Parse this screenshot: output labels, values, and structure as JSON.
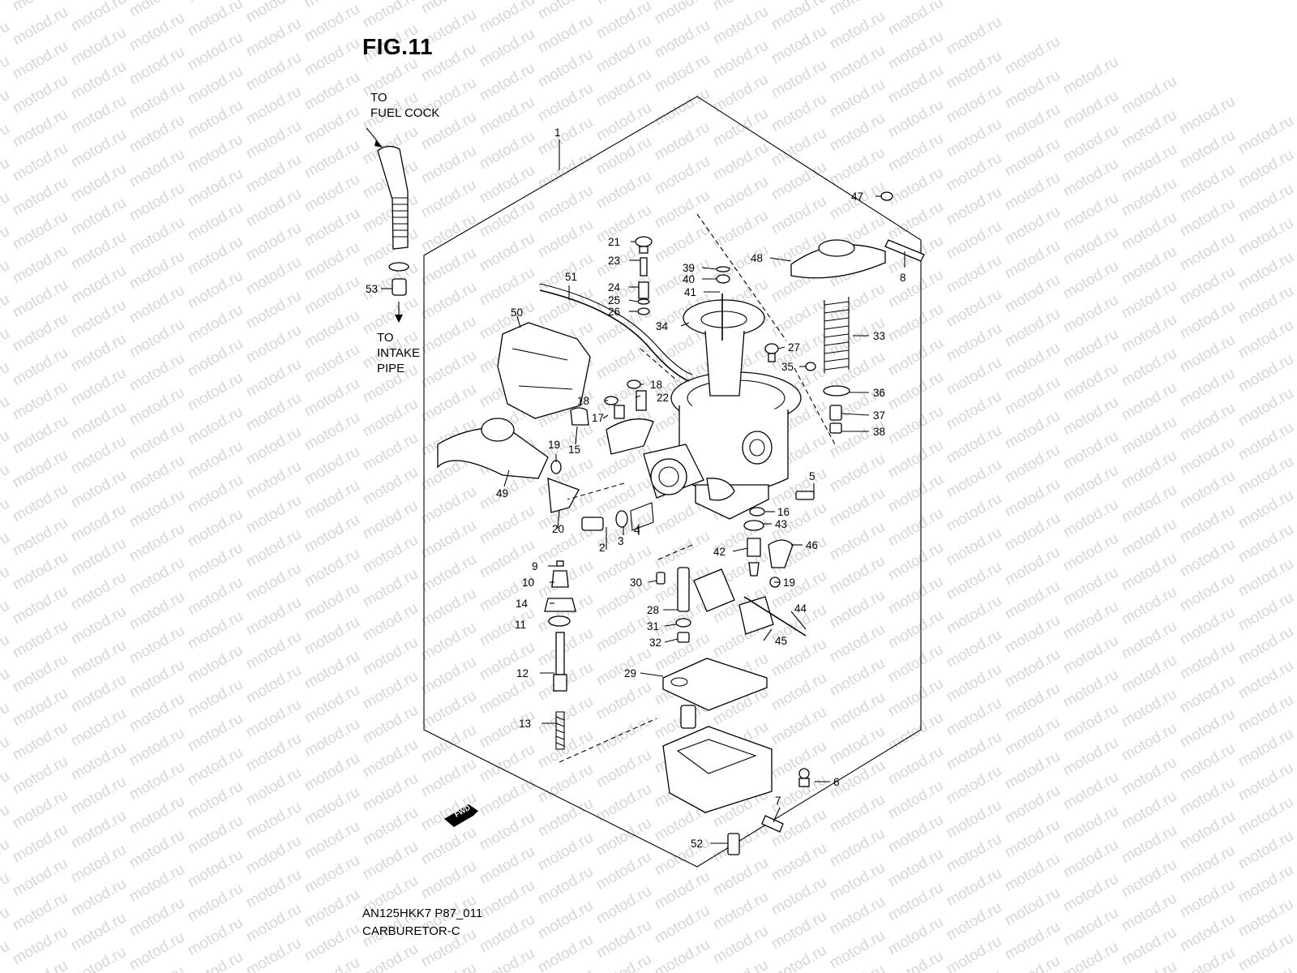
{
  "figure": {
    "title": "FIG.11",
    "code": "AN125HKK7 P87_011",
    "name": "CARBURETOR-C"
  },
  "notes": {
    "to_fuel_cock": "TO\nFUEL COCK",
    "to_intake_pipe": "TO\nINTAKE\nPIPE",
    "fwd_badge": "FWD"
  },
  "watermark": {
    "text": "motod.ru"
  },
  "callouts": [
    {
      "number": "1"
    },
    {
      "number": "2"
    },
    {
      "number": "3"
    },
    {
      "number": "4"
    },
    {
      "number": "5"
    },
    {
      "number": "6"
    },
    {
      "number": "7"
    },
    {
      "number": "8"
    },
    {
      "number": "9"
    },
    {
      "number": "10"
    },
    {
      "number": "11"
    },
    {
      "number": "12"
    },
    {
      "number": "13"
    },
    {
      "number": "14"
    },
    {
      "number": "15"
    },
    {
      "number": "16"
    },
    {
      "number": "17"
    },
    {
      "number": "18"
    },
    {
      "number": "18"
    },
    {
      "number": "19"
    },
    {
      "number": "19"
    },
    {
      "number": "20"
    },
    {
      "number": "21"
    },
    {
      "number": "22"
    },
    {
      "number": "23"
    },
    {
      "number": "24"
    },
    {
      "number": "25"
    },
    {
      "number": "26"
    },
    {
      "number": "27"
    },
    {
      "number": "28"
    },
    {
      "number": "29"
    },
    {
      "number": "30"
    },
    {
      "number": "31"
    },
    {
      "number": "32"
    },
    {
      "number": "33"
    },
    {
      "number": "34"
    },
    {
      "number": "35"
    },
    {
      "number": "36"
    },
    {
      "number": "37"
    },
    {
      "number": "38"
    },
    {
      "number": "39"
    },
    {
      "number": "40"
    },
    {
      "number": "41"
    },
    {
      "number": "42"
    },
    {
      "number": "43"
    },
    {
      "number": "44"
    },
    {
      "number": "45"
    },
    {
      "number": "46"
    },
    {
      "number": "47"
    },
    {
      "number": "48"
    },
    {
      "number": "49"
    },
    {
      "number": "50"
    },
    {
      "number": "51"
    },
    {
      "number": "52"
    },
    {
      "number": "53"
    }
  ]
}
